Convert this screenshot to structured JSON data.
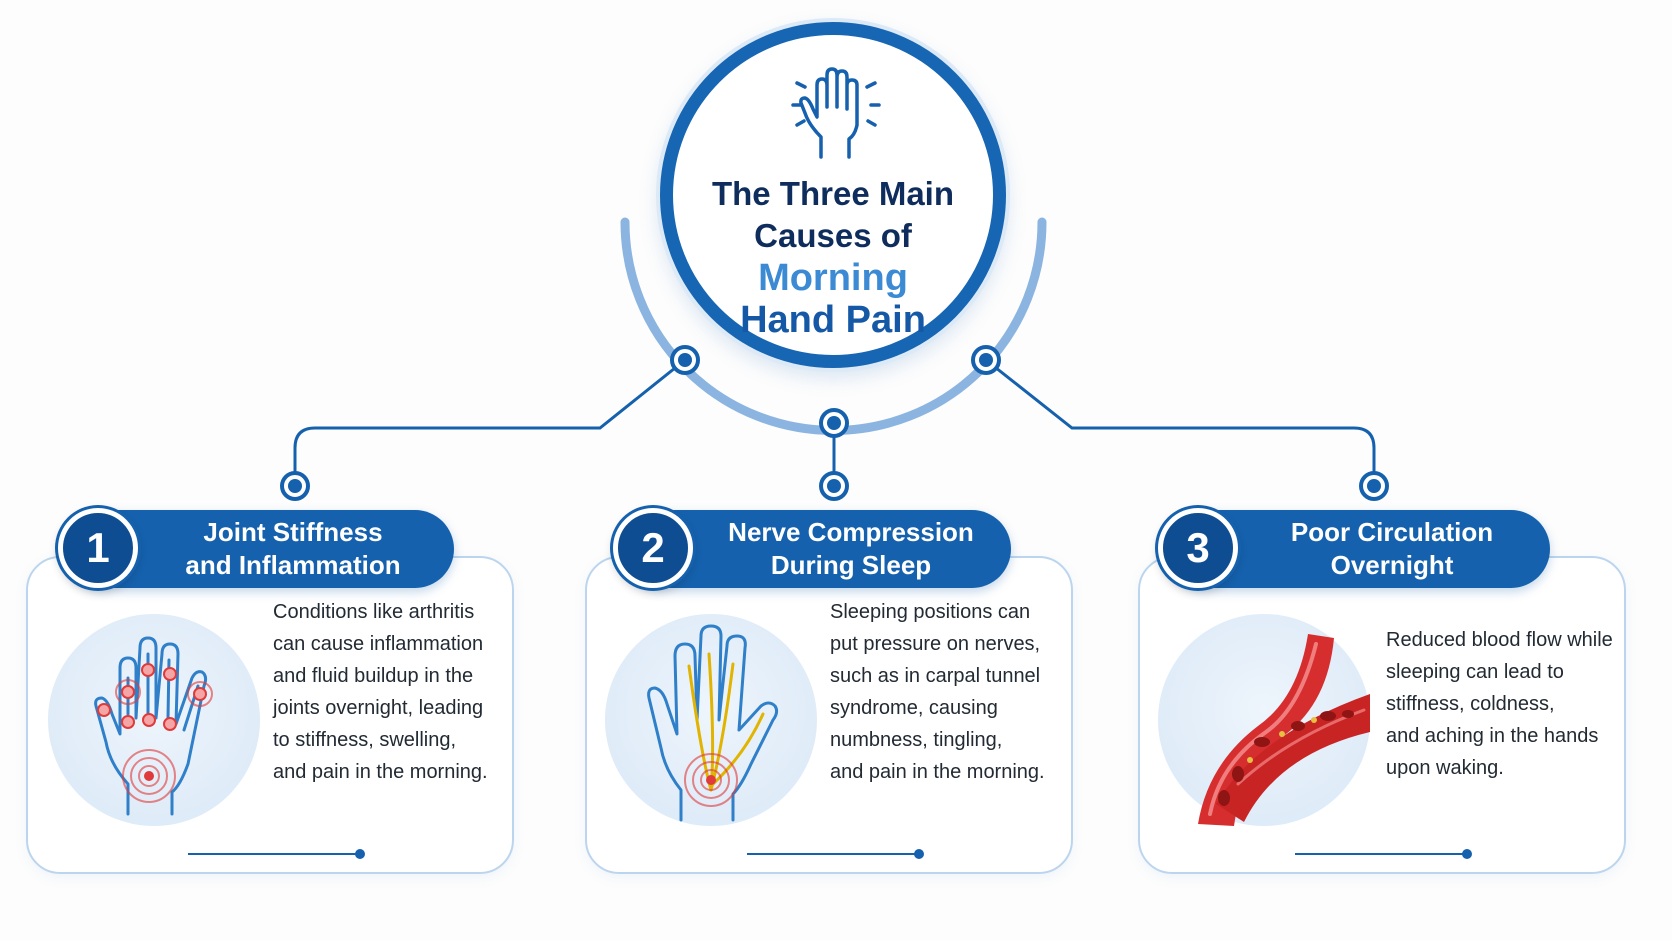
{
  "header": {
    "title_line1": "The Three Main",
    "title_line2": "Causes of",
    "title_highlight": "Morning",
    "title_line4": "Hand Pain",
    "icon": "hand-pain-icon"
  },
  "colors": {
    "primary": "#1561ad",
    "dark_blue": "#0f2d5c",
    "light_blue": "#3b8ad3",
    "card_border": "#bcd5ee",
    "pain_red": "#e03a3a"
  },
  "causes": [
    {
      "number": "1",
      "title_line1": "Joint Stiffness",
      "title_line2": "and Inflammation",
      "illustration": "hand-joints-icon",
      "lines": [
        "Conditions like arthritis",
        "can cause inflammation",
        "and fluid buildup in the",
        "joints overnight, leading",
        "to stiffness, swelling,",
        "and pain in the morning."
      ]
    },
    {
      "number": "2",
      "title_line1": "Nerve Compression",
      "title_line2": "During Sleep",
      "illustration": "hand-nerve-icon",
      "lines": [
        "Sleeping positions can",
        "put pressure on nerves,",
        "such as in carpal tunnel",
        "syndrome, causing",
        "numbness, tingling,",
        "and pain in the morning."
      ]
    },
    {
      "number": "3",
      "title_line1": "Poor Circulation",
      "title_line2": "Overnight",
      "illustration": "blood-vessel-icon",
      "lines": [
        "Reduced blood flow while",
        "sleeping can lead to",
        "stiffness, coldness,",
        "and aching in the hands",
        "upon waking."
      ]
    }
  ]
}
